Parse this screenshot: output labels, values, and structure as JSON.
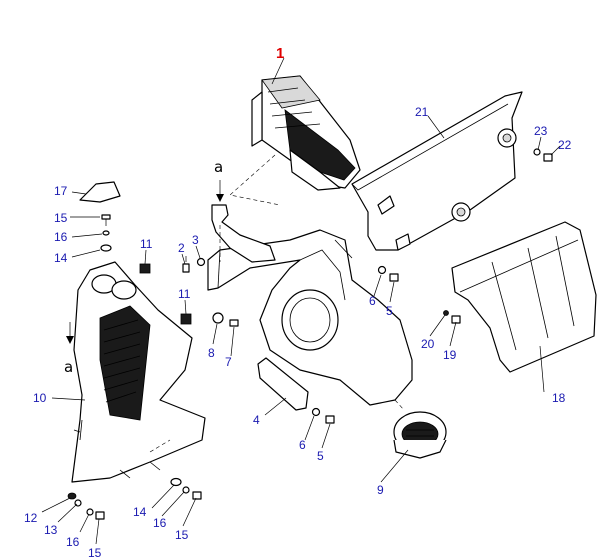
{
  "callouts": {
    "c1": "1",
    "c2": "2",
    "c3": "3",
    "c4": "4",
    "c5a": "5",
    "c5b": "5",
    "c6a": "6",
    "c6b": "6",
    "c7": "7",
    "c8": "8",
    "c9": "9",
    "c10": "10",
    "c11a": "11",
    "c11b": "11",
    "c12": "12",
    "c13": "13",
    "c14a": "14",
    "c14b": "14",
    "c15a": "15",
    "c15b": "15",
    "c15c": "15",
    "c16a": "16",
    "c16b": "16",
    "c16c": "16",
    "c17": "17",
    "c18": "18",
    "c19": "19",
    "c20": "20",
    "c21": "21",
    "c22": "22",
    "c23": "23"
  },
  "ref_marks": {
    "upper": "a",
    "lower": "a"
  },
  "colors": {
    "callout": "#1a1ab0",
    "highlight": "#e00000",
    "line": "#000000"
  }
}
